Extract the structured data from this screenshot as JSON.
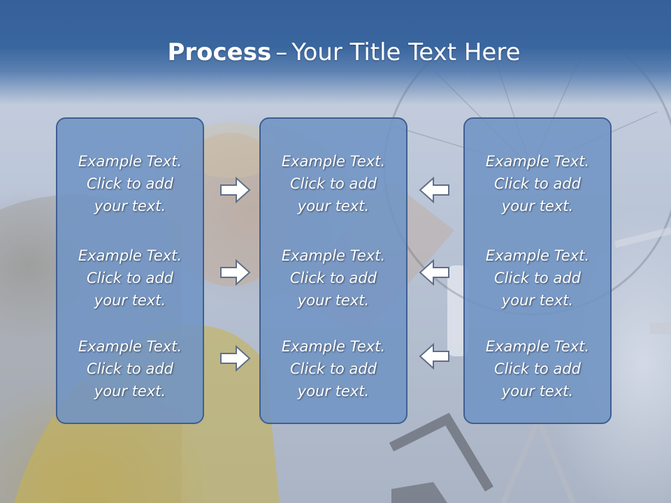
{
  "slide": {
    "title_bold": "Process",
    "title_separator": "–",
    "title_rest": "Your Title Text Here"
  },
  "panels": [
    {
      "items": [
        "Example Text.\nClick  to add\nyour text.",
        "Example Text.\nClick  to add\nyour text.",
        "Example Text.\nClick  to add\nyour text."
      ]
    },
    {
      "items": [
        "Example Text.\nClick  to add\nyour text.",
        "Example Text.\nClick  to add\nyour text.",
        "Example Text.\nClick  to add\nyour text."
      ]
    },
    {
      "items": [
        "Example Text.\nClick  to add\nyour text.",
        "Example Text.\nClick  to add\nyour text.",
        "Example Text.\nClick  to add\nyour text."
      ]
    }
  ],
  "arrows": {
    "left_column": "arrow-right-icon",
    "right_column": "arrow-left-icon"
  },
  "colors": {
    "header": "#35609a",
    "panel_fill": "#7194c4",
    "panel_border": "#3f5f92",
    "text": "#ffffff"
  }
}
